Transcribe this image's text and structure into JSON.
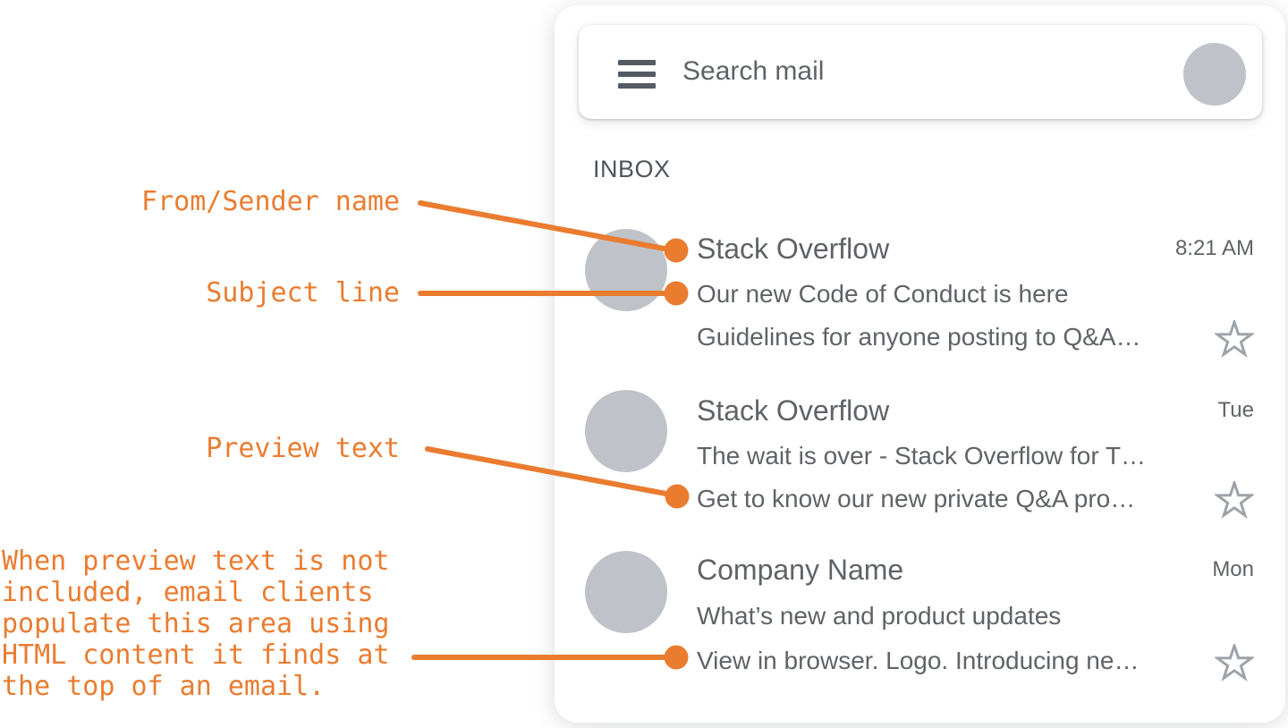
{
  "annotations": {
    "labels": [
      {
        "text": "From/Sender name"
      },
      {
        "text": "Subject line"
      },
      {
        "text": "Preview text"
      }
    ],
    "note": "When preview text is not included, email clients populate this area using HTML content it finds at the top of an email.",
    "accent_color": "#EA7C30"
  },
  "mail_app": {
    "search": {
      "placeholder": "Search mail"
    },
    "section_label": "INBOX",
    "emails": [
      {
        "sender": "Stack Overflow",
        "time": "8:21 AM",
        "subject": "Our new Code of Conduct is here",
        "preview": "Guidelines for anyone posting to Q&A…"
      },
      {
        "sender": "Stack Overflow",
        "time": "Tue",
        "subject": "The wait is over - Stack Overflow for T…",
        "preview": "Get to know our new private Q&A pro…"
      },
      {
        "sender": "Company Name",
        "time": "Mon",
        "subject": "What’s new and product updates",
        "preview": "View in browser. Logo. Introducing ne…"
      }
    ]
  },
  "colors": {
    "accent_orange": "#EA7C30",
    "text_gray": "#5F6368",
    "avatar_gray": "#BFC3C9",
    "star_gray": "#9DA3A9",
    "menu_dark_gray": "#555B63",
    "inbox_label_gray": "#4E545B",
    "panel_bg": "#FFFFFF"
  }
}
